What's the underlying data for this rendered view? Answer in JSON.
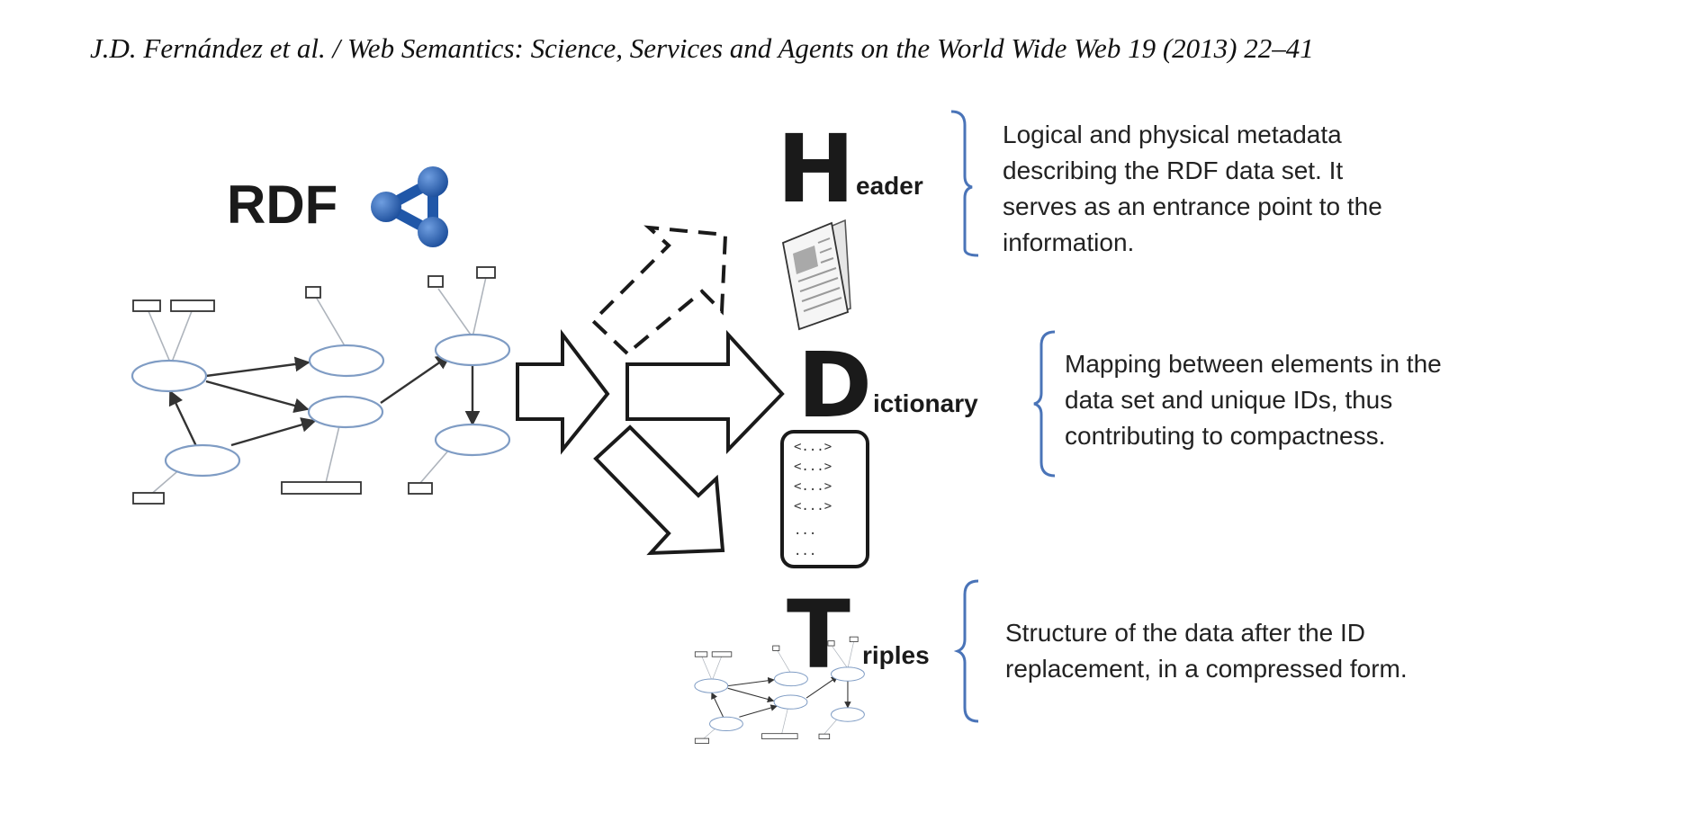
{
  "citation": "J.D. Fernández et al. / Web Semantics: Science, Services and Agents on the World Wide Web 19 (2013) 22–41",
  "rdf": {
    "label": "RDF",
    "logo_icon": "rdf-logo-icon"
  },
  "header": {
    "letter": "H",
    "rest": "eader",
    "description": [
      "Logical and physical metadata",
      "describing the RDF data set. It",
      "serves as an entrance point to the",
      "information."
    ],
    "icon": "document-icon"
  },
  "dictionary": {
    "letter": "D",
    "rest": "ictionary",
    "description": [
      "Mapping between elements in the",
      "data set and unique IDs, thus",
      "contributing to compactness."
    ],
    "entries": [
      "<...>",
      "<...>",
      "<...>",
      "<...>",
      "...",
      "..."
    ]
  },
  "triples": {
    "letter": "T",
    "rest": "riples",
    "description": [
      "Structure of the data after the ID",
      "replacement, in a compressed form."
    ],
    "icon": "triples-graph-icon"
  },
  "colors": {
    "bracket": "#4a74b8",
    "graph_node": "#7f9cc4",
    "text": "#1a1a1a",
    "rdf_logo": "#2057a8"
  }
}
